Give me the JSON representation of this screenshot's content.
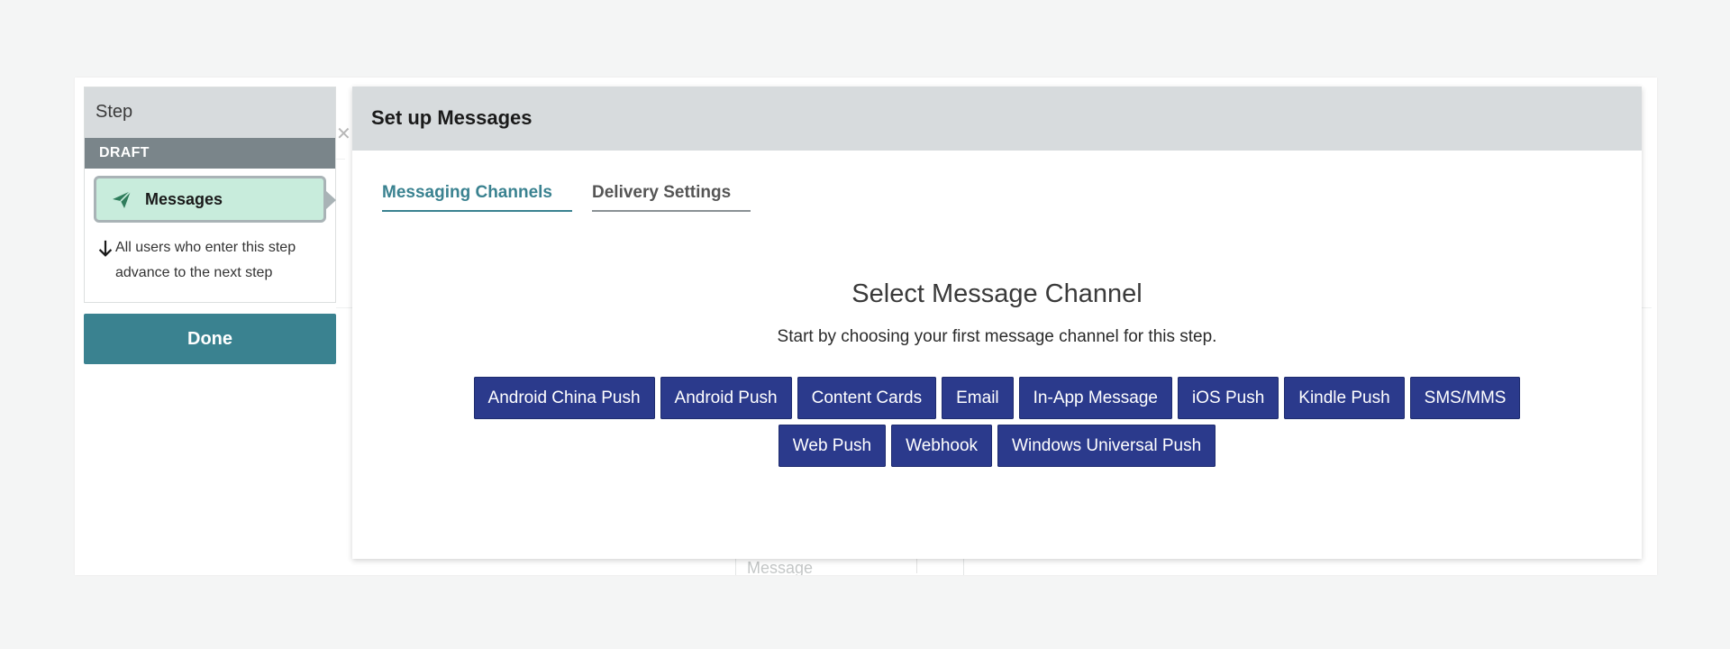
{
  "left_panel": {
    "header": "Step",
    "draft_label": "DRAFT",
    "step_card_label": "Messages",
    "advance_text": "All users who enter this step advance to the next step",
    "done_label": "Done"
  },
  "modal": {
    "title": "Set up Messages",
    "tabs": [
      {
        "label": "Messaging Channels",
        "active": true
      },
      {
        "label": "Delivery Settings",
        "active": false
      }
    ],
    "select_title": "Select Message Channel",
    "select_subtitle": "Start by choosing your first message channel for this step.",
    "channels": [
      "Android China Push",
      "Android Push",
      "Content Cards",
      "Email",
      "In-App Message",
      "iOS Push",
      "Kindle Push",
      "SMS/MMS",
      "Web Push",
      "Webhook",
      "Windows Universal Push"
    ]
  },
  "background": {
    "ghost_message_field": "Message"
  },
  "colors": {
    "accent": "#3a8290",
    "channel_button": "#2b3a8c",
    "draft_bar": "#7a858a",
    "step_card": "#c8ecdc",
    "header_bg": "#d7dbdd"
  },
  "icons": {
    "step_card_icon": "paper-plane-icon",
    "advance_icon": "arrow-down-icon",
    "ghost_close_icon": "close-icon"
  }
}
